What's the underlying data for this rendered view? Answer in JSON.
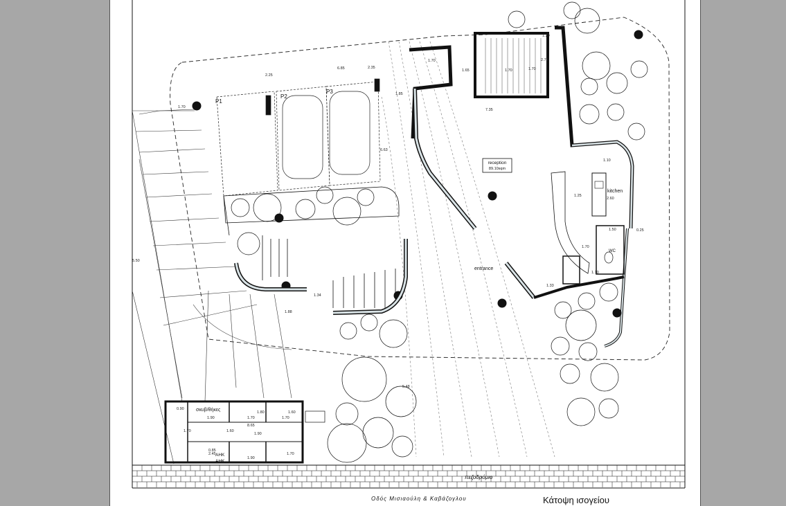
{
  "rooms": {
    "reception_label": "reception",
    "reception_area": "89.10sqm",
    "kitchen": "kitchen",
    "wc": "WC",
    "entrance": "entrance",
    "storage": "σκυβ/θήκες",
    "ahk_top": "AHK",
    "ahk_bottom": "AHK"
  },
  "parking": {
    "p1": "P1",
    "p2": "P2",
    "p3": "P3"
  },
  "dimensions": [
    "1.20",
    "2.75",
    "1.65",
    "1.70",
    "1.70",
    "7.35",
    "1.85",
    "1.70",
    "2.25",
    "6.85",
    "2.35",
    "6.63",
    "1.10",
    "1.25",
    "2.60",
    "1.50",
    "1.70",
    "1.10",
    "1.33",
    "1.34",
    "0.25",
    "5.50",
    "1.70",
    "0.90",
    "1.90",
    "1.70",
    "1.70",
    "8.65",
    "1.60",
    "1.90",
    "1.70",
    "2.45",
    "1.90",
    "1.70",
    "1.80",
    "1.60",
    "0.85",
    "1.88",
    "5.48"
  ],
  "footer": {
    "sidewalk": "πεζοδρόμιο",
    "street": "Οδός Μισιαούλη & Καβάζογλου",
    "drawing_title": "Κάτοψη ισογείου"
  },
  "colors": {
    "background": "#a7a7a7",
    "sheet": "#ffffff",
    "ink": "#111111",
    "wall_glass": "#d9e3e6"
  }
}
